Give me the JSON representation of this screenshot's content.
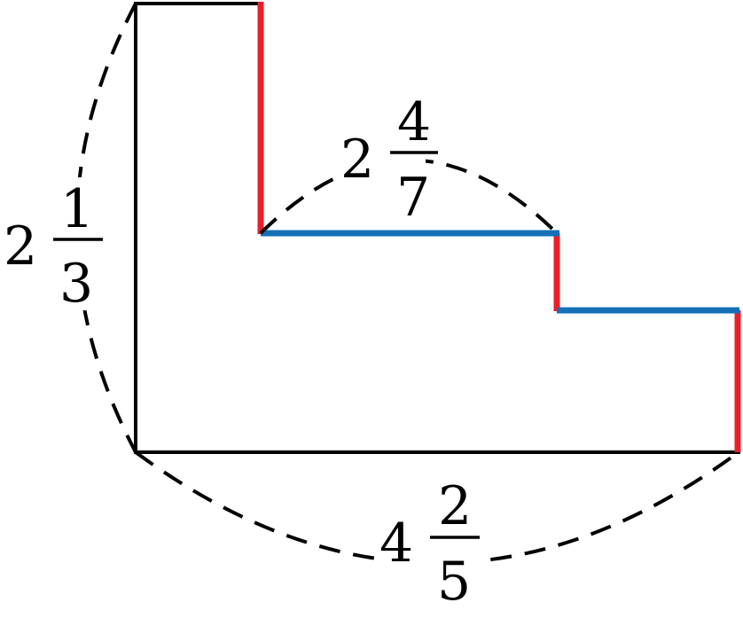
{
  "colors": {
    "outline": "#000000",
    "vertical_highlight": "#e8202a",
    "horizontal_highlight": "#1570b8",
    "background": "#ffffff"
  },
  "labels": {
    "left_height": {
      "whole": "2",
      "numerator": "1",
      "denominator": "3"
    },
    "top_step": {
      "whole": "2",
      "numerator": "4",
      "denominator": "7"
    },
    "bottom_width": {
      "whole": "4",
      "numerator": "2",
      "denominator": "5"
    }
  }
}
